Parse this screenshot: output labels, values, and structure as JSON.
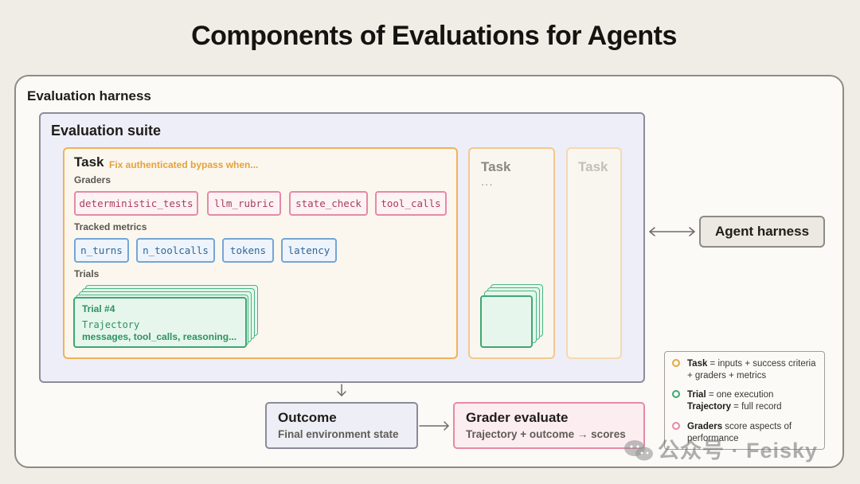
{
  "title": "Components of Evaluations for Agents",
  "harness_label": "Evaluation harness",
  "suite_label": "Evaluation suite",
  "task_main": {
    "title": "Task",
    "subtitle": "Fix authenticated bypass when...",
    "graders_label": "Graders",
    "graders": [
      "deterministic_tests",
      "llm_rubric",
      "state_check",
      "tool_calls"
    ],
    "metrics_label": "Tracked metrics",
    "metrics": [
      "n_turns",
      "n_toolcalls",
      "tokens",
      "latency"
    ],
    "trials_label": "Trials",
    "trial": {
      "name": "Trial #4",
      "trajectory_label": "Trajectory",
      "trajectory_detail": "messages, tool_calls, reasoning..."
    }
  },
  "task2": {
    "title": "Task",
    "ellipsis": "..."
  },
  "task3": {
    "title": "Task"
  },
  "agent_harness": "Agent harness",
  "outcome": {
    "title": "Outcome",
    "subtitle": "Final environment state"
  },
  "grader": {
    "title": "Grader evaluate",
    "subtitle": "Trajectory + outcome → scores"
  },
  "legend": {
    "items": [
      {
        "term": "Task",
        "rest": " = inputs + success criteria + graders + metrics",
        "color": "#e8a83e"
      },
      {
        "term": "Trial",
        "rest": " = one execution",
        "term2": "Trajectory",
        "rest2": " = full record",
        "color": "#3ea872"
      },
      {
        "term": "Graders",
        "rest": " score aspects of performance",
        "color": "#e58aa7"
      }
    ]
  },
  "watermark": "公众号 · Feisky",
  "colors": {
    "task_border": "#f0b15b",
    "grader_chip": "#e58aa7",
    "metric_chip": "#74a6d4",
    "trial_green": "#3ea872",
    "background": "#efede6"
  }
}
